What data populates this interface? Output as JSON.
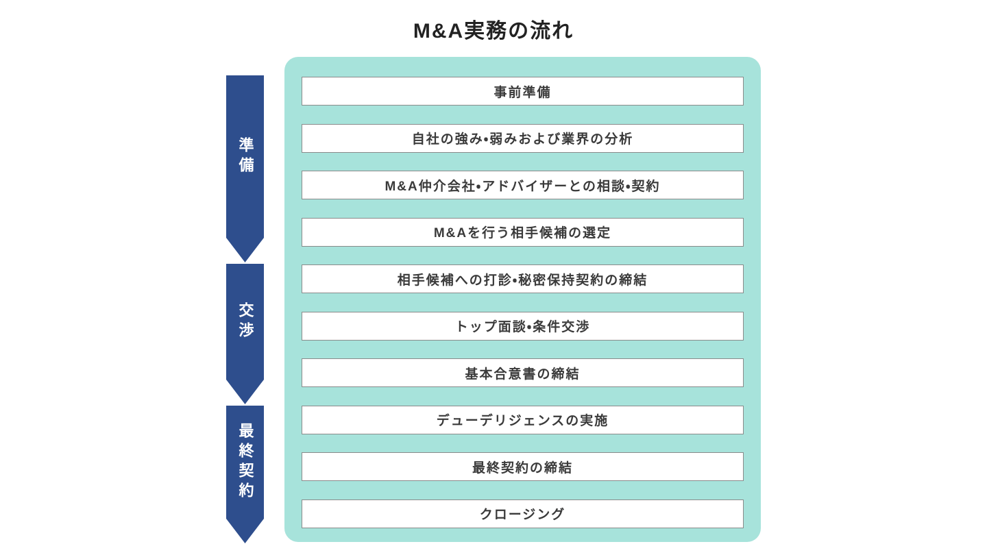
{
  "title": "M&A実務の流れ",
  "phases": [
    {
      "id": "preparation",
      "label": "準備"
    },
    {
      "id": "negotiation",
      "label": "交渉"
    },
    {
      "id": "final-contract",
      "label": "最終契約"
    }
  ],
  "steps": [
    "事前準備",
    "自社の強み・弱みおよび業界の分析",
    "M&A仲介会社・アドバイザーとの相談・契約",
    "M&Aを行う相手候補の選定",
    "相手候補への打診・秘密保持契約の締結",
    "トップ面談・条件交渉",
    "基本合意書の締結",
    "デューデリジェンスの実施",
    "最終契約の締結",
    "クロージング"
  ],
  "colors": {
    "arrow_blue": "#2e4e8d",
    "panel_teal": "#a7e3db",
    "box_border": "#8a8a8a",
    "box_text": "#3a3a3a",
    "title_text": "#222222"
  }
}
